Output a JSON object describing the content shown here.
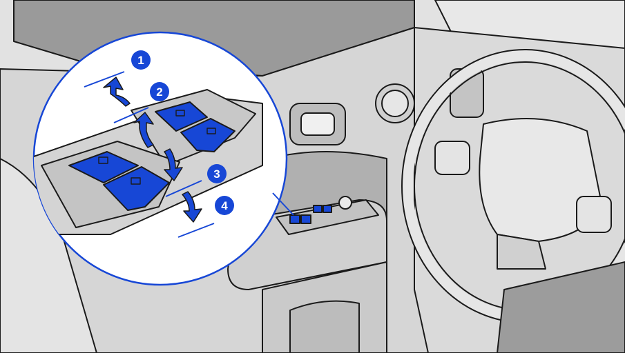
{
  "callouts": [
    {
      "number": "1",
      "meaning": "raise-auto"
    },
    {
      "number": "2",
      "meaning": "raise"
    },
    {
      "number": "3",
      "meaning": "lower"
    },
    {
      "number": "4",
      "meaning": "lower-auto"
    }
  ],
  "colors": {
    "accent": "#1747d6",
    "outline": "#1a1a1a",
    "surface": "#dcdcdc",
    "surface_dark": "#b9b9b9",
    "glass": "#9a9a9a"
  },
  "icons": [
    "window-switch-icon",
    "arrow-up-icon",
    "arrow-down-icon",
    "mirror-control-knob",
    "steering-wheel"
  ]
}
